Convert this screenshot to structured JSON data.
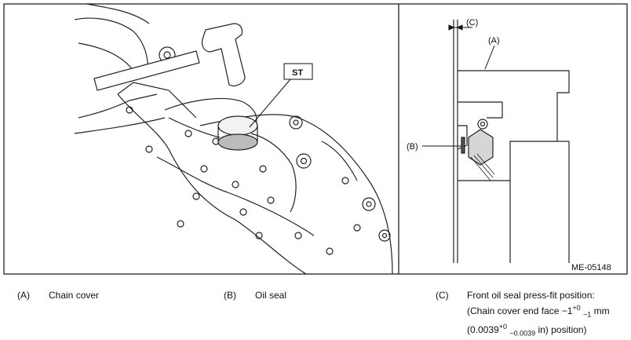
{
  "figure": {
    "st_label": "ST",
    "callouts": {
      "a": "(A)",
      "b": "(B)",
      "c": "(C)"
    },
    "figure_code": "ME-05148"
  },
  "legend": {
    "a": {
      "tag": "(A)",
      "text": "Chain cover"
    },
    "b": {
      "tag": "(B)",
      "text": "Oil seal"
    },
    "c": {
      "tag": "(C)",
      "line1": "Front oil seal press-fit position:",
      "line2_pre": "(Chain cover end face −1",
      "line2_sup": "+0",
      "line2_sub": "−1",
      "line2_post": " mm",
      "line3_pre": "(0.0039",
      "line3_sup": "+0",
      "line3_sub": "−0.0039",
      "line3_post": " in) position)"
    }
  }
}
